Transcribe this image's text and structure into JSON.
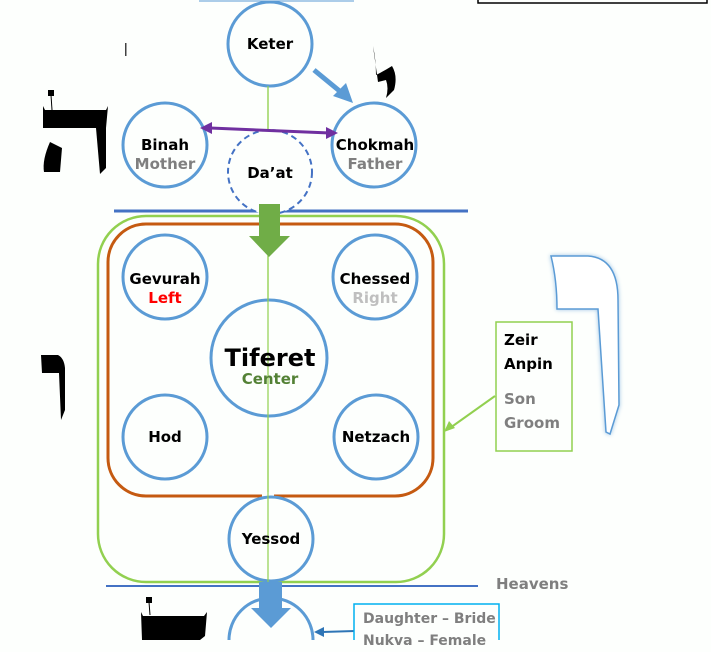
{
  "diagram": {
    "title": "Tree of Life – Sefirot and the Tetragrammaton",
    "colors": {
      "circle_stroke": "#5b9bd5",
      "daat_stroke": "#4472c4",
      "divider_line": "#4472c4",
      "zeir_anpin_frame": "#92d050",
      "inner_frame": "#c55a11",
      "center_line": "#92d050",
      "chokmah_binah_arrow": "#7030a0",
      "keter_arrow": "#5b9bd5",
      "down_arrow_top": "#70ad47",
      "down_arrow_bottom": "#5b9bd5",
      "label_grey": "#7f7f7f",
      "left_red": "#ff0000",
      "right_light": "#bfbfbf",
      "center_green": "#538135",
      "nukva_box_border": "#00b0f0"
    },
    "sefirot": {
      "keter": {
        "name": "Keter"
      },
      "binah": {
        "name": "Binah",
        "role": "Mother"
      },
      "chokmah": {
        "name": "Chokmah",
        "role": "Father"
      },
      "daat": {
        "name": "Da’at"
      },
      "gevurah": {
        "name": "Gevurah",
        "side": "Left"
      },
      "chessed": {
        "name": "Chessed",
        "side": "Right"
      },
      "tiferet": {
        "name": "Tiferet",
        "side": "Center"
      },
      "hod": {
        "name": "Hod"
      },
      "netzach": {
        "name": "Netzach"
      },
      "yessod": {
        "name": "Yessod"
      }
    },
    "hebrew_letters": {
      "yod": "י",
      "he_upper": "ה",
      "vav_left": "ו",
      "vav_outline": "ו",
      "he_lower": "ה"
    },
    "callouts": {
      "zeir_anpin": {
        "line1": "Zeir",
        "line2": "Anpin",
        "line3": "Son",
        "line4": "Groom"
      },
      "nukva": {
        "line1": "Daughter – Bride",
        "line2": "Nukva – Female"
      },
      "heavens": "Heavens"
    },
    "cursor_mark": "|"
  }
}
